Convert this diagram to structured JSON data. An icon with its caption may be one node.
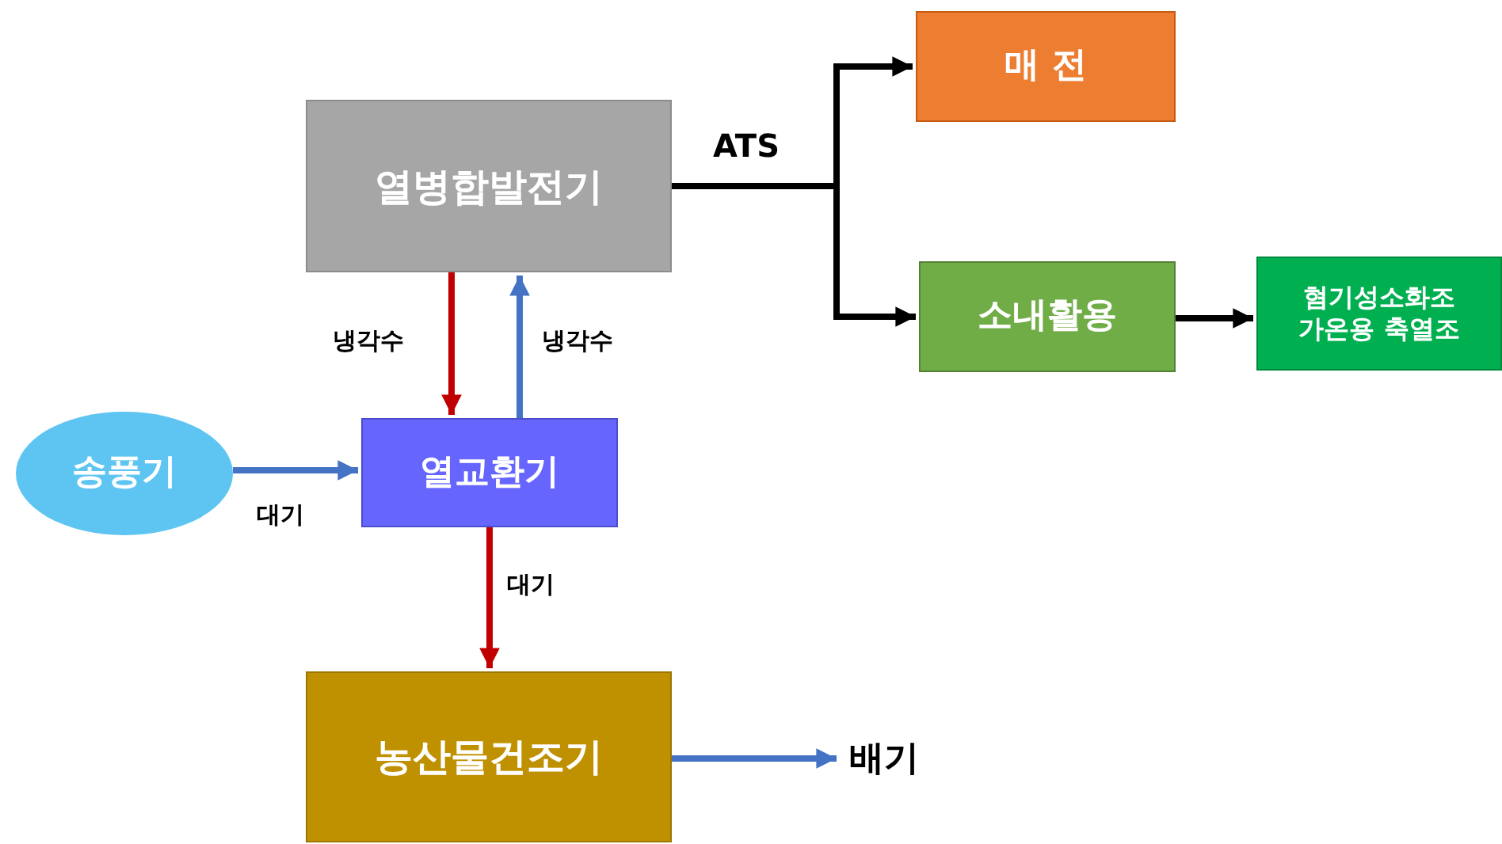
{
  "diagram": {
    "nodes": [
      {
        "text": [
          "열병합발전기"
        ]
      },
      {
        "text": [
          "매 전"
        ]
      },
      {
        "text": [
          "소내활용"
        ]
      },
      {
        "text": [
          "혐기성소화조 가온용 축열조"
        ]
      },
      {
        "text": [
          "송풍기"
        ]
      },
      {
        "text": [
          "열교환기"
        ]
      },
      {
        "text": [
          "농산물건조기"
        ]
      },
      {
        "text": [
          "배기"
        ]
      }
    ],
    "edges": [
      {
        "from": 0,
        "to": 1,
        "arrow": "to",
        "label": "ATS",
        "color": "#000000"
      },
      {
        "from": 0,
        "to": 2,
        "arrow": "to",
        "color": "#000000"
      },
      {
        "from": 2,
        "to": 3,
        "arrow": "to",
        "color": "#000000"
      },
      {
        "from": 0,
        "to": 5,
        "arrow": "to",
        "label": "냉각수",
        "color": "#c00000"
      },
      {
        "from": 5,
        "to": 0,
        "arrow": "to",
        "label": "냉각수",
        "color": "#4472c4"
      },
      {
        "from": 4,
        "to": 5,
        "arrow": "to",
        "label": "대기",
        "color": "#4472c4"
      },
      {
        "from": 5,
        "to": 6,
        "arrow": "to",
        "label": "대기",
        "color": "#c00000"
      },
      {
        "from": 6,
        "to": 7,
        "arrow": "to",
        "color": "#4472c4"
      }
    ]
  }
}
